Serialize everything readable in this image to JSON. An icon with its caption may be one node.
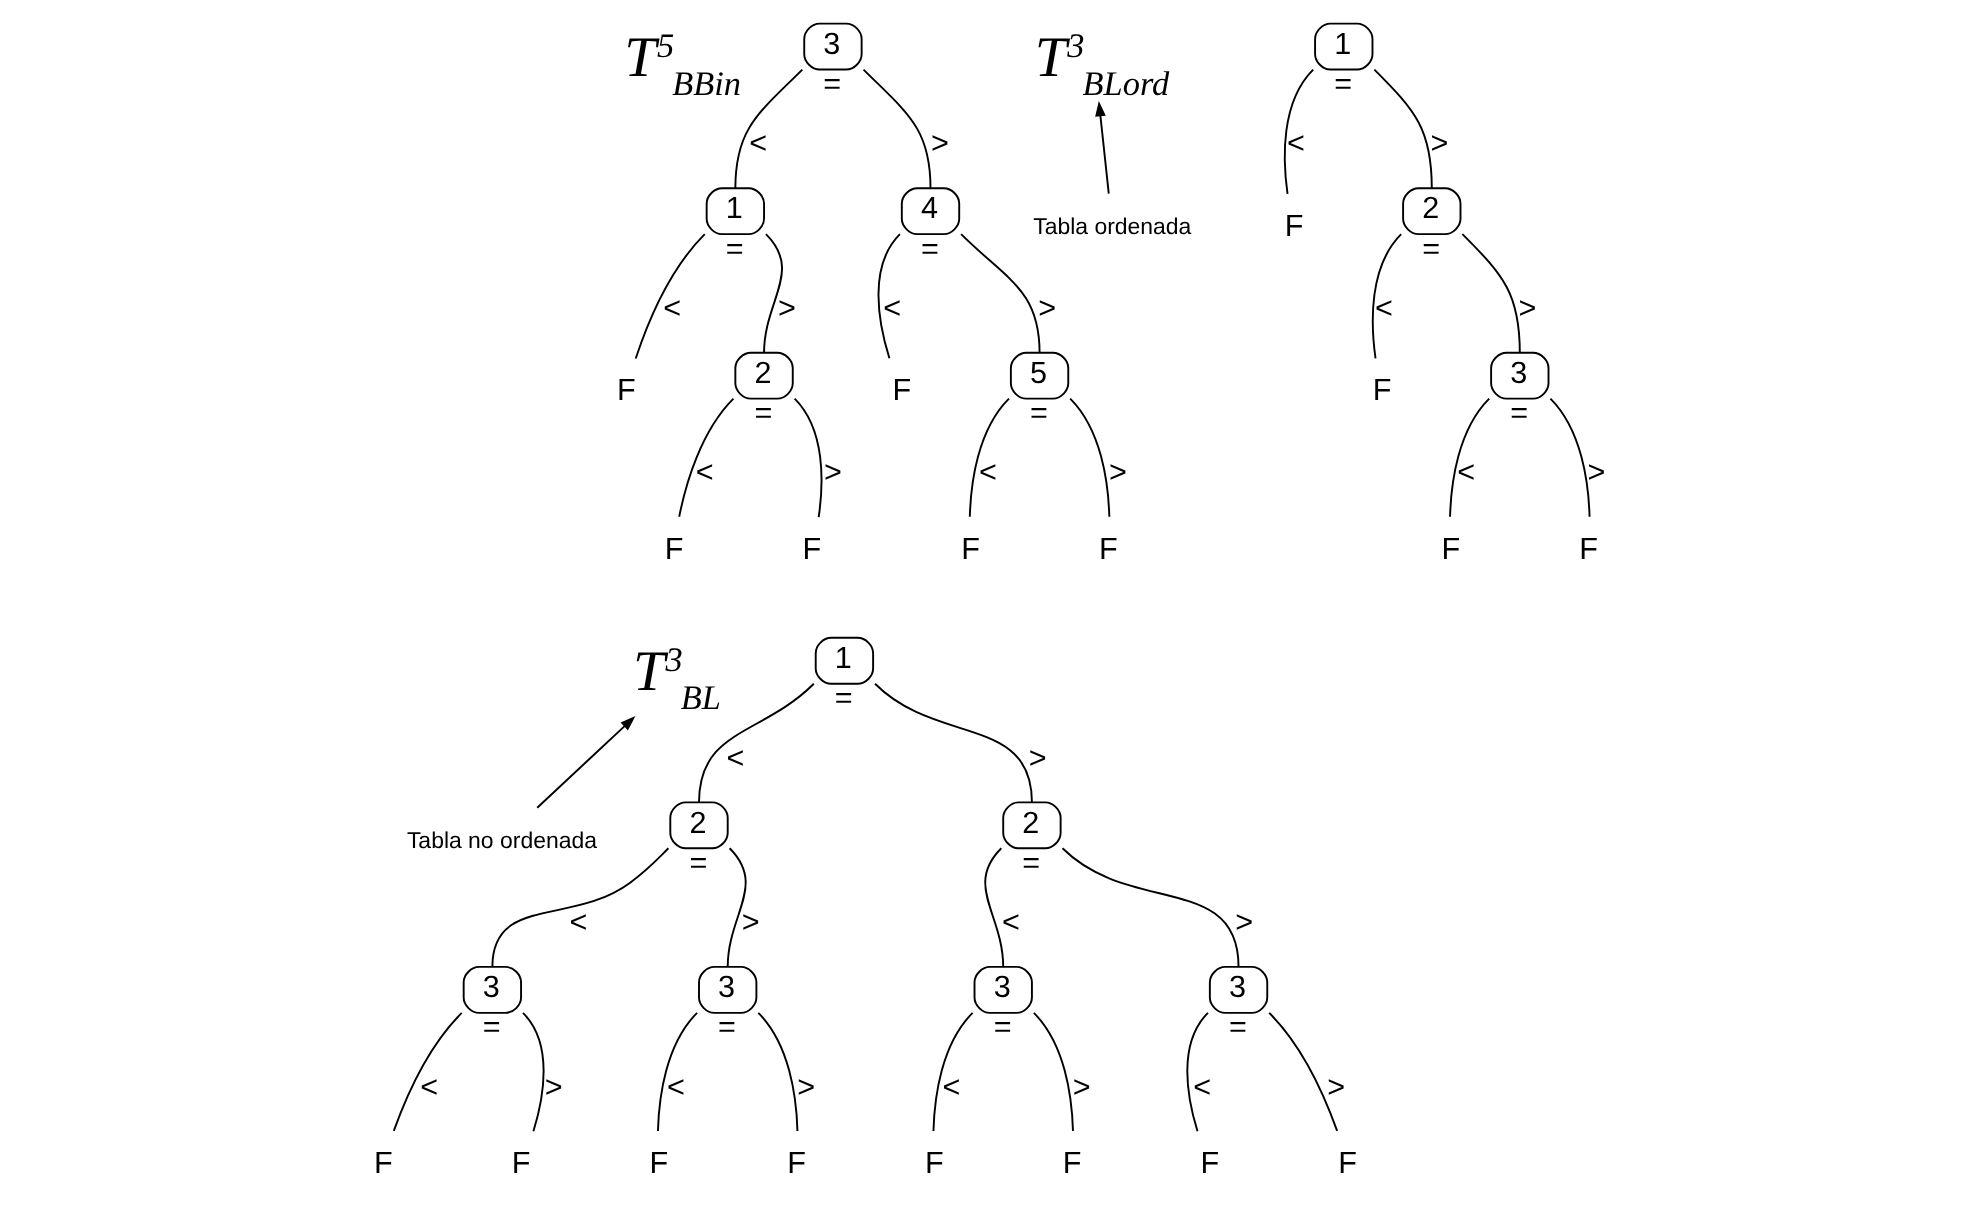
{
  "diagram": {
    "nodes": [
      {
        "text": [
          "T$^{5}$$_{BBin}$"
        ]
      },
      {
        "text": [
          "3"
        ],
        "beside": [
          "="
        ]
      },
      {
        "text": [
          "1"
        ],
        "beside": [
          "="
        ]
      },
      {
        "text": [
          "4"
        ],
        "beside": [
          "="
        ]
      },
      {
        "text": [
          "F"
        ]
      },
      {
        "text": [
          "2"
        ],
        "beside": [
          "="
        ]
      },
      {
        "text": [
          "F"
        ]
      },
      {
        "text": [
          "5"
        ],
        "beside": [
          "="
        ]
      },
      {
        "text": [
          "F"
        ]
      },
      {
        "text": [
          "F"
        ]
      },
      {
        "text": [
          "F"
        ]
      },
      {
        "text": [
          "F"
        ]
      },
      {
        "text": [
          "T$^{3}$$_{BLord}$"
        ]
      },
      {
        "text": [
          "Tabla ordenada"
        ]
      },
      {
        "text": [
          "1"
        ],
        "beside": [
          "="
        ]
      },
      {
        "text": [
          "F"
        ]
      },
      {
        "text": [
          "2"
        ],
        "beside": [
          "="
        ]
      },
      {
        "text": [
          "F"
        ]
      },
      {
        "text": [
          "3"
        ],
        "beside": [
          "="
        ]
      },
      {
        "text": [
          "F"
        ]
      },
      {
        "text": [
          "F"
        ]
      },
      {
        "text": [
          "T$^{3}$$_{BL}$"
        ]
      },
      {
        "text": [
          "Tabla no ordenada"
        ]
      },
      {
        "text": [
          "1"
        ],
        "beside": [
          "="
        ]
      },
      {
        "text": [
          "2"
        ],
        "beside": [
          "="
        ]
      },
      {
        "text": [
          "2"
        ],
        "beside": [
          "="
        ]
      },
      {
        "text": [
          "3"
        ],
        "beside": [
          "="
        ]
      },
      {
        "text": [
          "3"
        ],
        "beside": [
          "="
        ]
      },
      {
        "text": [
          "3"
        ],
        "beside": [
          "="
        ]
      },
      {
        "text": [
          "3"
        ],
        "beside": [
          "="
        ]
      },
      {
        "text": [
          "F"
        ]
      },
      {
        "text": [
          "F"
        ]
      },
      {
        "text": [
          "F"
        ]
      },
      {
        "text": [
          "F"
        ]
      },
      {
        "text": [
          "F"
        ]
      },
      {
        "text": [
          "F"
        ]
      },
      {
        "text": [
          "F"
        ]
      },
      {
        "text": [
          "F"
        ]
      }
    ],
    "edges": [
      {
        "from": 1,
        "to": 2,
        "arrow": "none",
        "label": "<"
      },
      {
        "from": 1,
        "to": 3,
        "arrow": "none",
        "label": ">"
      },
      {
        "from": 2,
        "to": 4,
        "arrow": "none",
        "label": "<"
      },
      {
        "from": 2,
        "to": 5,
        "arrow": "none",
        "label": ">"
      },
      {
        "from": 3,
        "to": 6,
        "arrow": "none",
        "label": "<"
      },
      {
        "from": 3,
        "to": 7,
        "arrow": "none",
        "label": ">"
      },
      {
        "from": 5,
        "to": 8,
        "arrow": "none",
        "label": "<"
      },
      {
        "from": 5,
        "to": 9,
        "arrow": "none",
        "label": ">"
      },
      {
        "from": 7,
        "to": 10,
        "arrow": "none",
        "label": "<"
      },
      {
        "from": 7,
        "to": 11,
        "arrow": "none",
        "label": ">"
      },
      {
        "from": 13,
        "to": 12,
        "arrow": "to"
      },
      {
        "from": 14,
        "to": 15,
        "arrow": "none",
        "label": "<"
      },
      {
        "from": 14,
        "to": 16,
        "arrow": "none",
        "label": ">"
      },
      {
        "from": 16,
        "to": 17,
        "arrow": "none",
        "label": "<"
      },
      {
        "from": 16,
        "to": 18,
        "arrow": "none",
        "label": ">"
      },
      {
        "from": 18,
        "to": 19,
        "arrow": "none",
        "label": "<"
      },
      {
        "from": 18,
        "to": 20,
        "arrow": "none",
        "label": ">"
      },
      {
        "from": 22,
        "to": 21,
        "arrow": "to"
      },
      {
        "from": 23,
        "to": 24,
        "arrow": "none",
        "label": "<"
      },
      {
        "from": 23,
        "to": 25,
        "arrow": "none",
        "label": ">"
      },
      {
        "from": 24,
        "to": 26,
        "arrow": "none",
        "label": "<"
      },
      {
        "from": 24,
        "to": 27,
        "arrow": "none",
        "label": ">"
      },
      {
        "from": 25,
        "to": 28,
        "arrow": "none",
        "label": "<"
      },
      {
        "from": 25,
        "to": 29,
        "arrow": "none",
        "label": ">"
      },
      {
        "from": 26,
        "to": 30,
        "arrow": "none",
        "label": "<"
      },
      {
        "from": 26,
        "to": 31,
        "arrow": "none",
        "label": ">"
      },
      {
        "from": 27,
        "to": 32,
        "arrow": "none",
        "label": "<"
      },
      {
        "from": 27,
        "to": 33,
        "arrow": "none",
        "label": ">"
      },
      {
        "from": 28,
        "to": 34,
        "arrow": "none",
        "label": "<"
      },
      {
        "from": 28,
        "to": 35,
        "arrow": "none",
        "label": ">"
      },
      {
        "from": 29,
        "to": 36,
        "arrow": "none",
        "label": "<"
      },
      {
        "from": 29,
        "to": 37,
        "arrow": "none",
        "label": ">"
      }
    ]
  }
}
